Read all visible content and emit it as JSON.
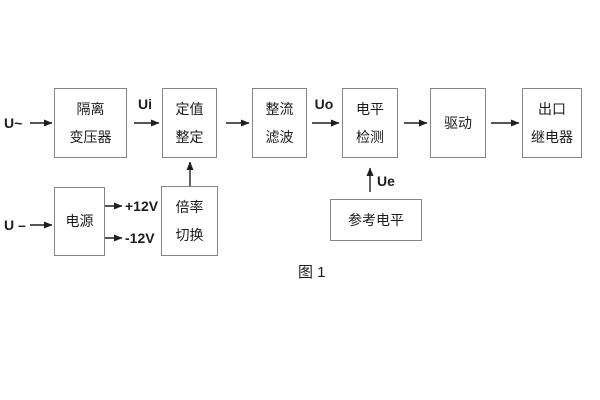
{
  "figure": {
    "caption": "图 1"
  },
  "colors": {
    "background": "#ffffff",
    "border": "#858585",
    "text": "#1c1c1c",
    "arrow": "#1f1f1f"
  },
  "blocks": {
    "isolation_transformer": {
      "line1": "隔离",
      "line2": "变压器"
    },
    "value_setting": {
      "line1": "定值",
      "line2": "整定"
    },
    "rectifier_filter": {
      "line1": "整流",
      "line2": "滤波"
    },
    "level_detection": {
      "line1": "电平",
      "line2": "检测"
    },
    "driver": {
      "label": "驱动"
    },
    "output_relay": {
      "line1": "出口",
      "line2": "继电器"
    },
    "power_supply": {
      "label": "电源"
    },
    "ratio_switching": {
      "line1": "倍率",
      "line2": "切换"
    },
    "reference_level": {
      "label": "参考电平"
    }
  },
  "signals": {
    "ac_input": "U~",
    "dc_input": "U –",
    "ui": "Ui",
    "uo": "Uo",
    "ue": "Ue",
    "plus_12v": "+12V",
    "minus_12v": "-12V"
  }
}
